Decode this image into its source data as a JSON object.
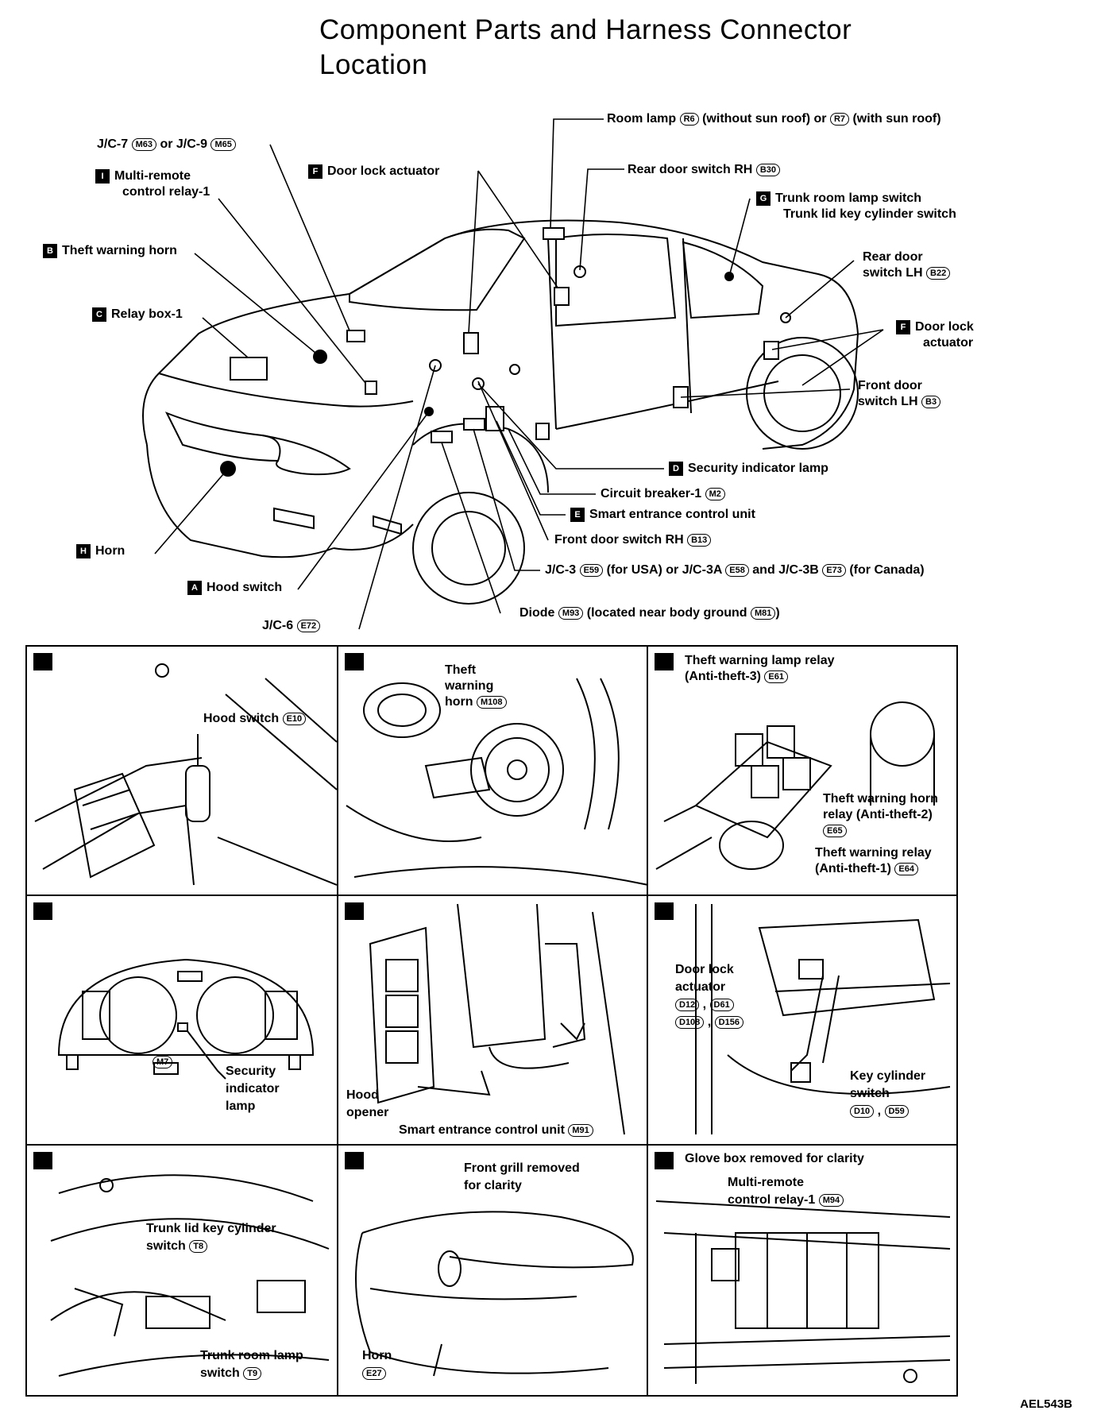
{
  "page": {
    "title_line1": "Component Parts and Harness Connector",
    "title_line2": "Location",
    "figure_code": "AEL543B"
  },
  "callouts": {
    "jc7": {
      "text": "J/C-7",
      "c1": "M63",
      "or": "or J/C-9",
      "c2": "M65"
    },
    "multi_relay": {
      "badge": "I",
      "line1": "Multi-remote",
      "line2": "control relay-1"
    },
    "theft_horn": {
      "badge": "B",
      "text": "Theft warning horn"
    },
    "relay_box": {
      "badge": "C",
      "text": "Relay box-1"
    },
    "horn": {
      "badge": "H",
      "text": "Horn"
    },
    "hood_switch": {
      "badge": "A",
      "text": "Hood switch"
    },
    "jc6": {
      "text": "J/C-6",
      "c1": "E72"
    },
    "door_lock_f": {
      "badge": "F",
      "text": "Door lock actuator"
    },
    "room_lamp": {
      "text": "Room lamp",
      "c1": "R6",
      "mid": "(without sun roof) or",
      "c2": "R7",
      "end": "(with sun roof)"
    },
    "rear_door_rh": {
      "text": "Rear door switch RH",
      "c1": "B30"
    },
    "trunk_g": {
      "badge": "G",
      "line1": "Trunk room lamp switch",
      "line2": "Trunk lid key cylinder switch"
    },
    "rear_door_lh": {
      "line1": "Rear door",
      "line2": "switch LH",
      "c1": "B22"
    },
    "door_lock_e": {
      "badge": "F",
      "line1": "Door lock",
      "line2": "actuator"
    },
    "front_door_lh": {
      "line1": "Front door",
      "line2": "switch LH",
      "c1": "B3"
    },
    "security_lamp": {
      "badge": "D",
      "text": "Security indicator lamp"
    },
    "circuit_breaker": {
      "text": "Circuit breaker-1",
      "c1": "M2"
    },
    "smart_unit": {
      "badge": "E",
      "text": "Smart entrance control unit"
    },
    "front_door_rh": {
      "text": "Front door switch RH",
      "c1": "B13"
    },
    "jc3": {
      "text": "J/C-3",
      "c1": "E59",
      "a": "(for USA) or J/C-3A",
      "c2": "E58",
      "b": "and J/C-3B",
      "c3": "E73",
      "c": "(for Canada)"
    },
    "diode": {
      "text": "Diode",
      "c1": "M93",
      "end": "(located near body ground",
      "c2": "M81",
      "close": ")"
    }
  },
  "panels": {
    "a": {
      "label": "Hood switch",
      "c1": "E10"
    },
    "b": {
      "line1": "Theft",
      "line2": "warning",
      "line3": "horn",
      "c1": "M108"
    },
    "c": {
      "l1": "Theft warning lamp relay",
      "l2": "(Anti-theft-3)",
      "c1": "E61",
      "l3": "Theft warning horn",
      "l4": "relay (Anti-theft-2)",
      "c2": "E65",
      "l5": "Theft warning relay",
      "l6": "(Anti-theft-1)",
      "c3": "E64"
    },
    "d": {
      "line1": "Security",
      "line2": "indicator",
      "line3": "lamp",
      "c1": "M7"
    },
    "e": {
      "hood1": "Hood",
      "hood2": "opener",
      "label": "Smart entrance control unit",
      "c1": "M91"
    },
    "f": {
      "l1": "Door lock",
      "l2": "actuator",
      "c1": "D12",
      "c2": "D61",
      "c3": "D108",
      "c4": "D156",
      "k1": "Key cylinder",
      "k2": "switch",
      "c5": "D10",
      "c6": "D59"
    },
    "g": {
      "l1": "Trunk lid key cylinder",
      "l2": "switch",
      "c1": "T8",
      "r1": "Trunk room lamp",
      "r2": "switch",
      "c2": "T9"
    },
    "h": {
      "l1": "Front grill removed",
      "l2": "for clarity",
      "horn": "Horn",
      "c1": "E27"
    },
    "i": {
      "head": "Glove box removed for clarity",
      "l1": "Multi-remote",
      "l2": "control relay-1",
      "c1": "M94"
    }
  }
}
